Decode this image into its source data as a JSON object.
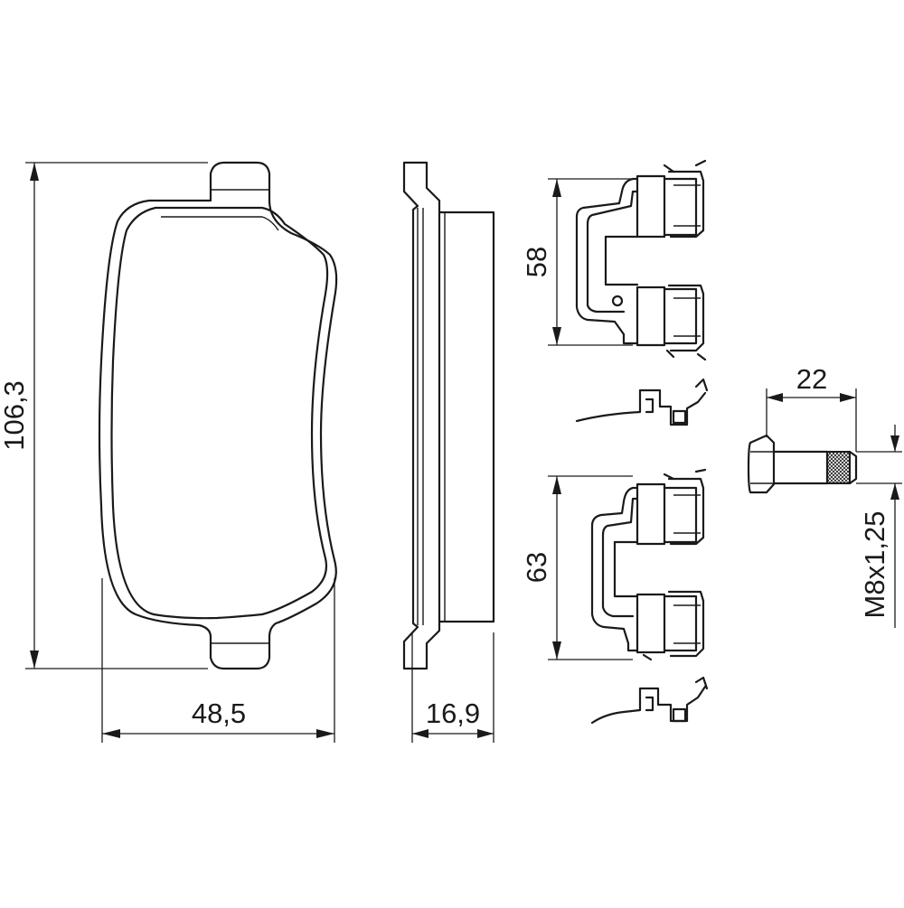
{
  "dimensions": {
    "pad_height": "106,3",
    "pad_width": "48,5",
    "pad_thickness": "16,9",
    "clip_upper_height": "58",
    "clip_lower_height": "63",
    "bolt_length": "22",
    "bolt_thread": "M8x1,25"
  }
}
